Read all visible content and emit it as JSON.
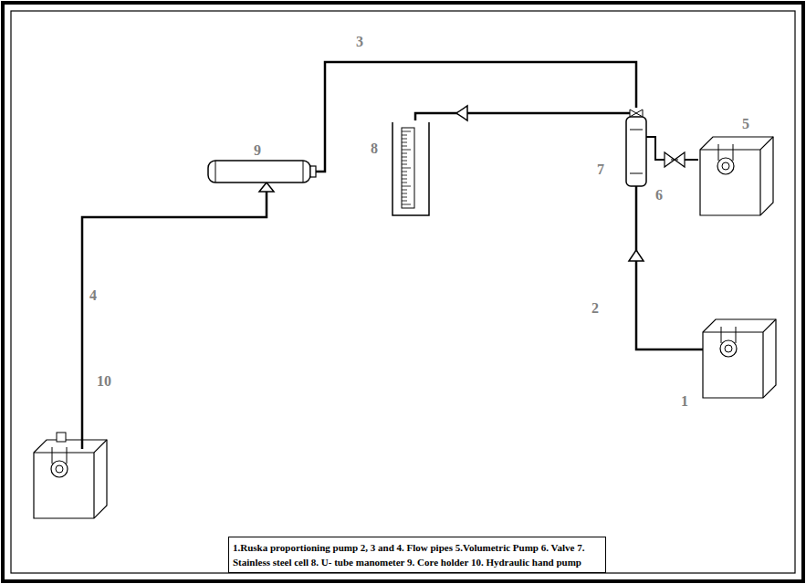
{
  "diagram": {
    "nodes": [
      {
        "text": [
          "1.Ruska proportioning pump 2, 3 and 4. Flow pipes 5.Volumetric Pump 6. Valve 7. Stainless steel cell 8. U- tube manometer 9. Core holder 10. Hydraulic hand pump"
        ]
      }
    ],
    "labels": [
      "3",
      "9",
      "8",
      "7",
      "6",
      "5",
      "4",
      "10",
      "2",
      "1"
    ]
  }
}
